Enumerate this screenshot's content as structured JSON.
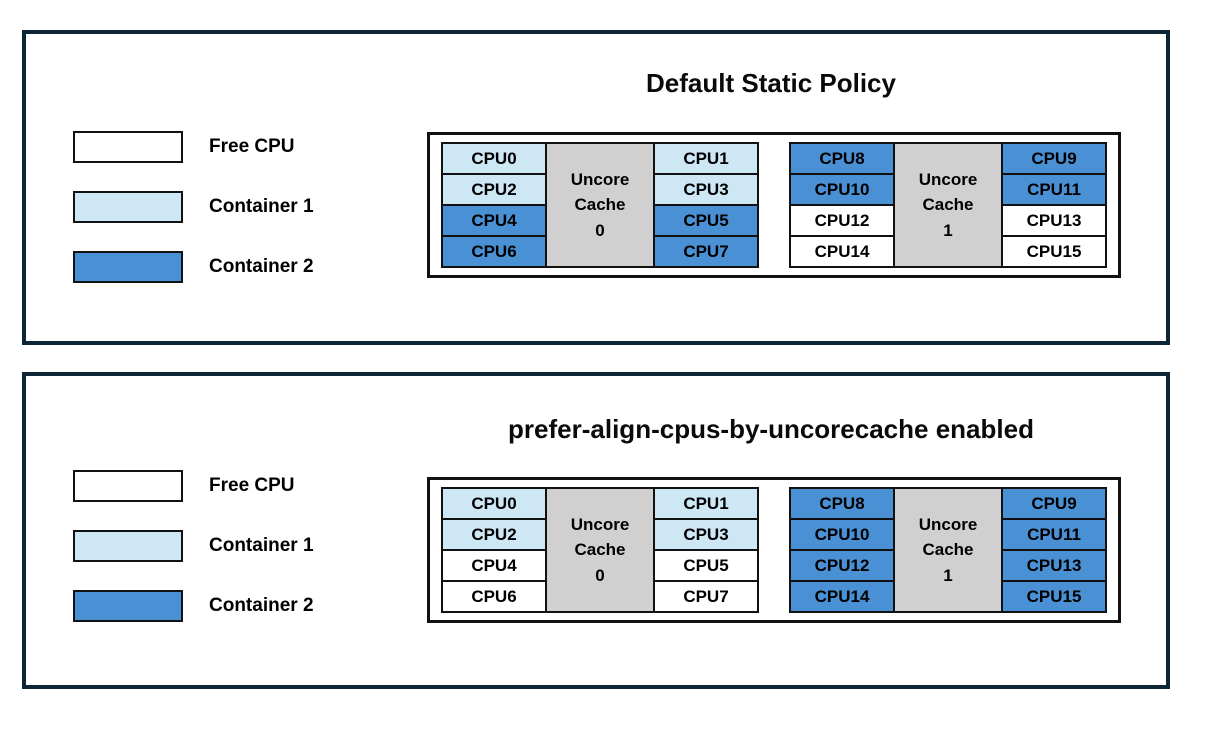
{
  "colors": {
    "free_cpu": "#ffffff",
    "container1": "#cde7f5",
    "container2": "#4a90d4",
    "cache_fill": "#d0d0d0",
    "panel_border": "#0d2636",
    "line": "#111111"
  },
  "legend": {
    "items": [
      {
        "label": "Free CPU",
        "state": "free"
      },
      {
        "label": "Container 1",
        "state": "container1"
      },
      {
        "label": "Container 2",
        "state": "container2"
      }
    ]
  },
  "panels": [
    {
      "title": "Default Static Policy",
      "groups": [
        {
          "cache": [
            "Uncore",
            "Cache",
            "0"
          ],
          "left": [
            {
              "label": "CPU0",
              "state": "container1"
            },
            {
              "label": "CPU2",
              "state": "container1"
            },
            {
              "label": "CPU4",
              "state": "container2"
            },
            {
              "label": "CPU6",
              "state": "container2"
            }
          ],
          "right": [
            {
              "label": "CPU1",
              "state": "container1"
            },
            {
              "label": "CPU3",
              "state": "container1"
            },
            {
              "label": "CPU5",
              "state": "container2"
            },
            {
              "label": "CPU7",
              "state": "container2"
            }
          ]
        },
        {
          "cache": [
            "Uncore",
            "Cache",
            "1"
          ],
          "left": [
            {
              "label": "CPU8",
              "state": "container2"
            },
            {
              "label": "CPU10",
              "state": "container2"
            },
            {
              "label": "CPU12",
              "state": "free"
            },
            {
              "label": "CPU14",
              "state": "free"
            }
          ],
          "right": [
            {
              "label": "CPU9",
              "state": "container2"
            },
            {
              "label": "CPU11",
              "state": "container2"
            },
            {
              "label": "CPU13",
              "state": "free"
            },
            {
              "label": "CPU15",
              "state": "free"
            }
          ]
        }
      ]
    },
    {
      "title": "prefer-align-cpus-by-uncorecache enabled",
      "groups": [
        {
          "cache": [
            "Uncore",
            "Cache",
            "0"
          ],
          "left": [
            {
              "label": "CPU0",
              "state": "container1"
            },
            {
              "label": "CPU2",
              "state": "container1"
            },
            {
              "label": "CPU4",
              "state": "free"
            },
            {
              "label": "CPU6",
              "state": "free"
            }
          ],
          "right": [
            {
              "label": "CPU1",
              "state": "container1"
            },
            {
              "label": "CPU3",
              "state": "container1"
            },
            {
              "label": "CPU5",
              "state": "free"
            },
            {
              "label": "CPU7",
              "state": "free"
            }
          ]
        },
        {
          "cache": [
            "Uncore",
            "Cache",
            "1"
          ],
          "left": [
            {
              "label": "CPU8",
              "state": "container2"
            },
            {
              "label": "CPU10",
              "state": "container2"
            },
            {
              "label": "CPU12",
              "state": "container2"
            },
            {
              "label": "CPU14",
              "state": "container2"
            }
          ],
          "right": [
            {
              "label": "CPU9",
              "state": "container2"
            },
            {
              "label": "CPU11",
              "state": "container2"
            },
            {
              "label": "CPU13",
              "state": "container2"
            },
            {
              "label": "CPU15",
              "state": "container2"
            }
          ]
        }
      ]
    }
  ]
}
